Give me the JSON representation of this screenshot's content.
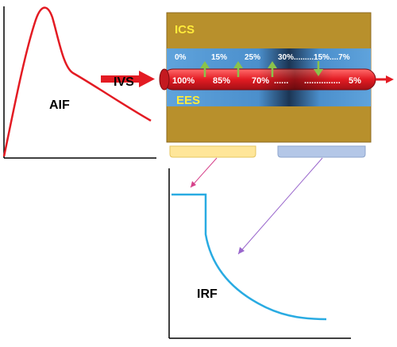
{
  "colors": {
    "aif_curve": "#e31b23",
    "irf_curve": "#29abe2",
    "ics_fill": "#b8902c",
    "ees_fill": "#4a8fcb",
    "vessel_fill": "#e31b23",
    "arrow_up": "#8bc34a",
    "bracket_left": "#ffe699",
    "bracket_right": "#b4c7e7",
    "pointer_left": "#d6418a",
    "pointer_right": "#9966cc",
    "label_yellow": "#ffeb3b"
  },
  "aif": {
    "label": "AIF"
  },
  "irf": {
    "label": "IRF"
  },
  "tissue": {
    "ics_label": "ICS",
    "ees_label": "EES",
    "ivs_label": "IVS",
    "ees_percentages": [
      "0%",
      "15%",
      "25%",
      "30%.........15%....7%"
    ],
    "ivs_percentages": [
      "100%",
      "85%",
      "70%",
      "......",
      "...............",
      "5%"
    ]
  }
}
